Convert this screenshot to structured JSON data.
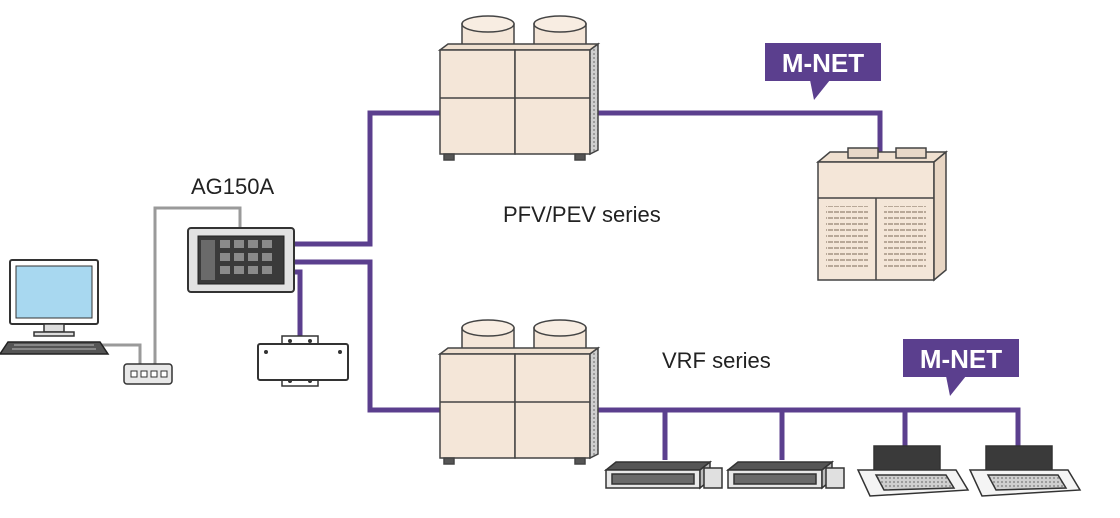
{
  "labels": {
    "controller": "AG150A",
    "upper_system": "PFV/PEV series",
    "lower_system": "VRF series"
  },
  "badges": {
    "upper": "M-NET",
    "lower": "M-NET"
  },
  "colors": {
    "mnet_line": "#5b3f8e",
    "lan_line": "#9a9a9a",
    "unit_body": "#f4e6d8",
    "unit_outline": "#444444",
    "screen": "#a8d8f0",
    "badge": "#5b3f8e"
  }
}
